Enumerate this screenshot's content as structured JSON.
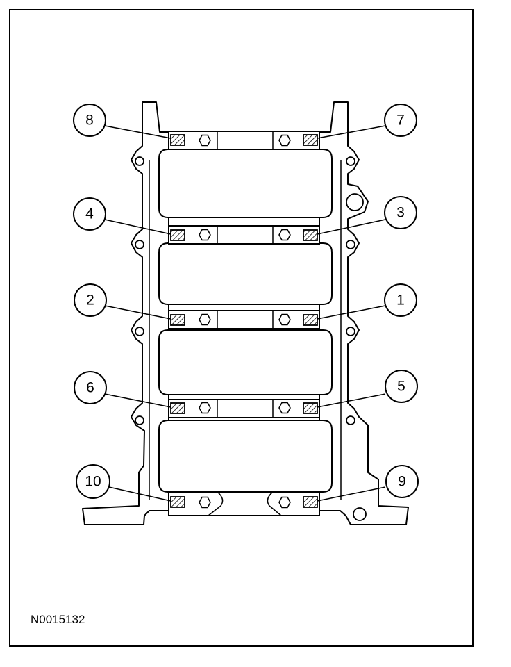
{
  "figure": {
    "reference_code": "N0015132",
    "callouts": [
      "1",
      "2",
      "3",
      "4",
      "5",
      "6",
      "7",
      "8",
      "9",
      "10"
    ]
  }
}
